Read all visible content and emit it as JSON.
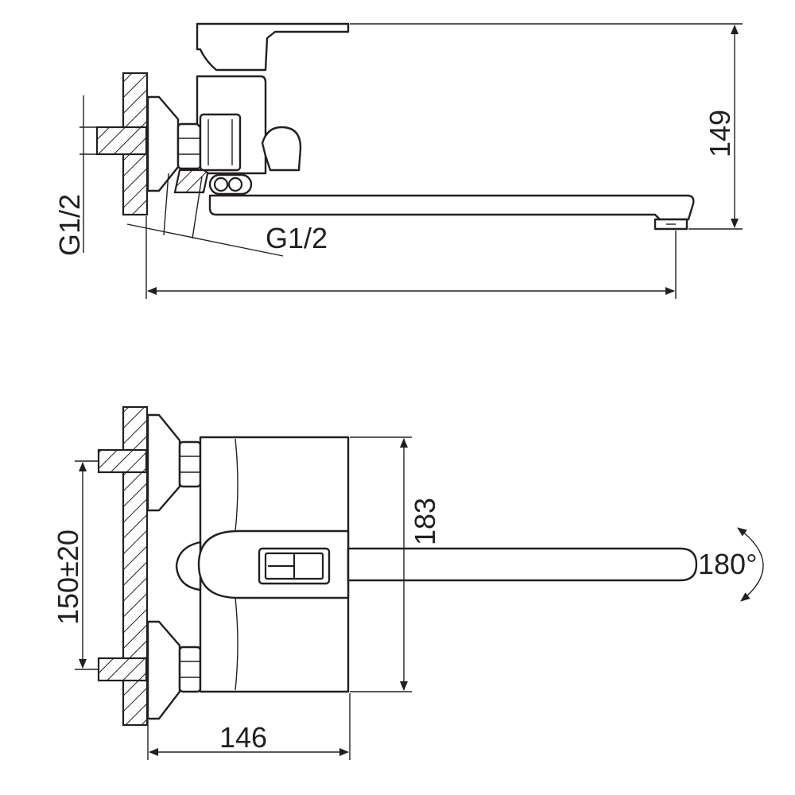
{
  "dimensions": {
    "height": "149",
    "wall_thread": "G1/2",
    "outlet_thread": "G1/2",
    "center_distance": "150±20",
    "body_height": "183",
    "projection": "146",
    "swivel": "180°"
  },
  "colors": {
    "line": "#231f20",
    "background": "#ffffff"
  }
}
